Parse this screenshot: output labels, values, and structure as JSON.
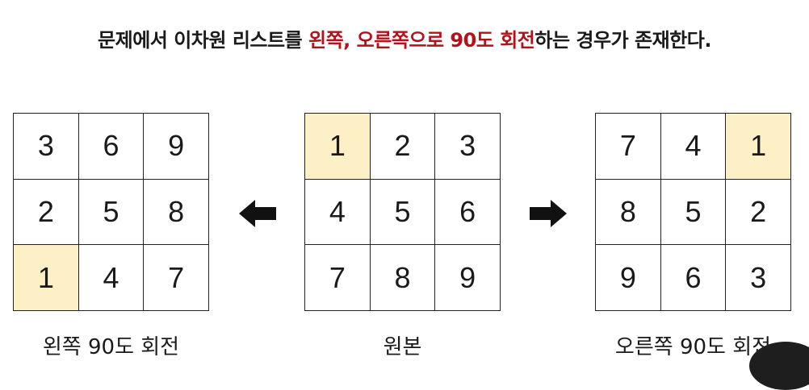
{
  "title": {
    "part1": "문제에서 이차원 리스트를 ",
    "highlight": "왼쪽, 오른쪽으로 90도 회전",
    "part2": "하는 경우가 존재한다."
  },
  "grids": {
    "left": {
      "caption": "왼쪽 90도 회전",
      "cells": [
        "3",
        "6",
        "9",
        "2",
        "5",
        "8",
        "1",
        "4",
        "7"
      ],
      "highlight_index": 6
    },
    "center": {
      "caption": "원본",
      "cells": [
        "1",
        "2",
        "3",
        "4",
        "5",
        "6",
        "7",
        "8",
        "9"
      ],
      "highlight_index": 0
    },
    "right": {
      "caption": "오른쪽 90도 회전",
      "cells": [
        "7",
        "4",
        "1",
        "8",
        "5",
        "2",
        "9",
        "6",
        "3"
      ],
      "highlight_index": 2
    }
  },
  "colors": {
    "highlight_text": "#b3121b",
    "highlight_cell": "#fdefc6"
  },
  "icons": {
    "left_arrow": "arrow-left-icon",
    "right_arrow": "arrow-right-icon"
  }
}
